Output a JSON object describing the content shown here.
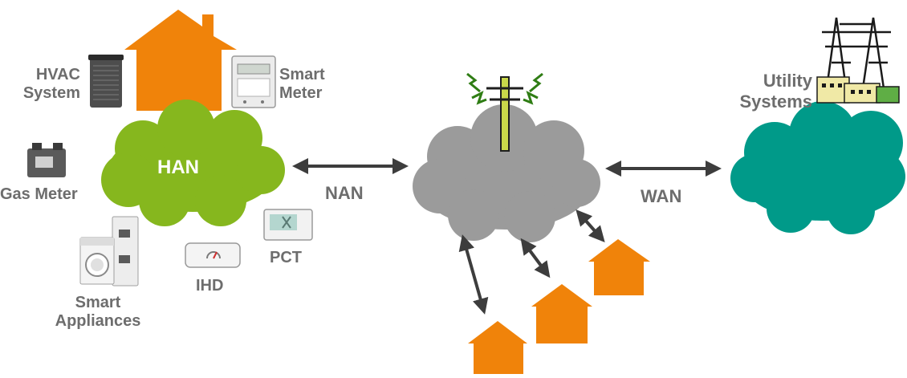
{
  "clouds": {
    "han_label": "HAN",
    "nan_label": "NAN",
    "wan_label": "WAN"
  },
  "devices": {
    "hvac": "HVAC\nSystem",
    "smart_meter": "Smart\nMeter",
    "gas_meter": "Gas Meter",
    "smart_appliances": "Smart\nAppliances",
    "ihd": "IHD",
    "pct": "PCT"
  },
  "utility": {
    "label": "Utility\nSystems"
  },
  "colors": {
    "han_cloud": "#86b71e",
    "nan_cloud": "#9b9b9b",
    "wan_cloud": "#009a89",
    "house": "#f0830a",
    "arrow": "#3d3d3d",
    "label_text": "#6d6d6d"
  }
}
